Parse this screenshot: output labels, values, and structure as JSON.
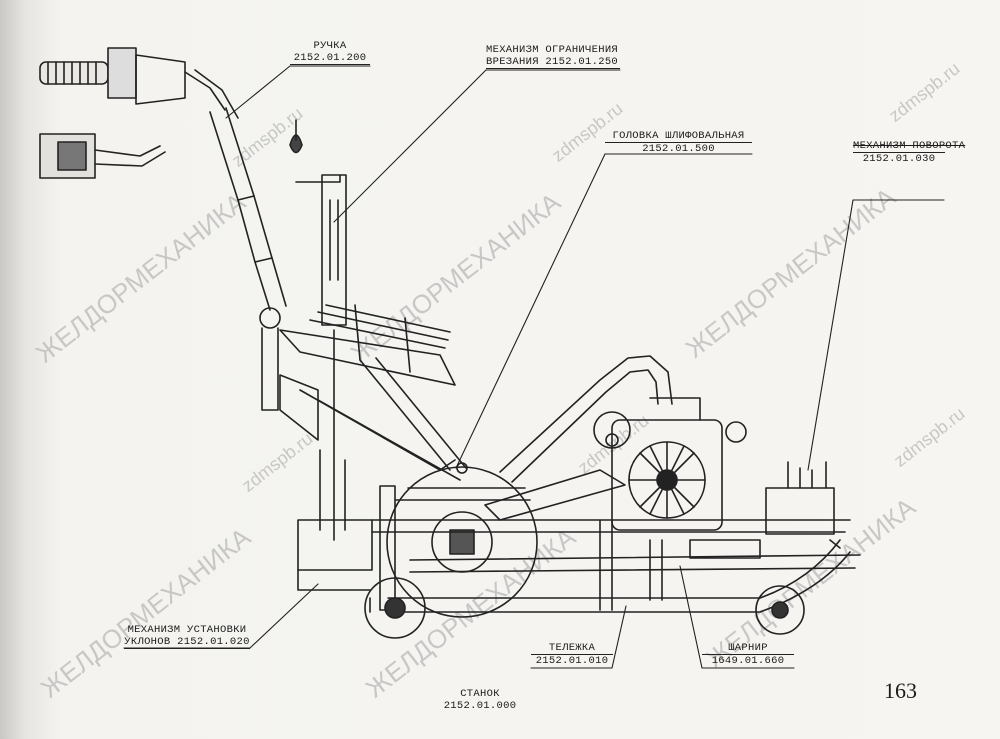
{
  "labels": {
    "handle": {
      "title": "РУЧКА",
      "code": "2152.01.200"
    },
    "cut_limit": {
      "title1": "МЕХАНИЗМ ОГРАНИЧЕНИЯ",
      "title2": "ВРЕЗАНИЯ",
      "code": "2152.01.250"
    },
    "grind_head": {
      "title": "ГОЛОВКА ШЛИФОВАЛЬНАЯ",
      "code": "2152.01.500"
    },
    "turn_mech": {
      "title": "МЕХАНИЗМ ПОВОРОТА",
      "code": "2152.01.030"
    },
    "slope_mech": {
      "title1": "МЕХАНИЗМ УСТАНОВКИ",
      "title2": "УКЛОНОВ",
      "code": "2152.01.020"
    },
    "cart": {
      "title": "ТЕЛЕЖКА",
      "code": "2152.01.010"
    },
    "hinge": {
      "title": "ШАРНИР",
      "code": "1649.01.660"
    },
    "machine": {
      "title": "СТАНОК",
      "code": "2152.01.000"
    }
  },
  "page_number": "163",
  "watermarks": {
    "brand": "ЖЕЛДОРМЕХАНИКА",
    "site": "zdmspb.ru"
  }
}
